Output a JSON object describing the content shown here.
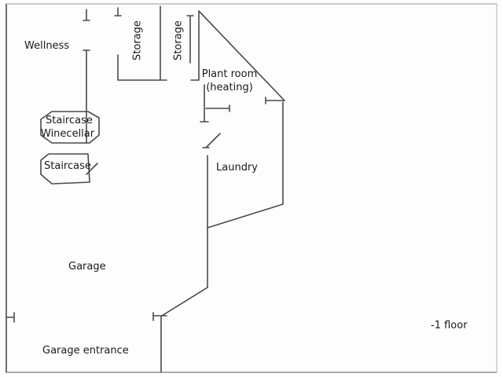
{
  "rooms": {
    "wellness": "Wellness",
    "storage_1": "Storage",
    "storage_2": "Storage",
    "plant_room_line1": "Plant room",
    "plant_room_line2": "(heating)",
    "staircase_winecellar_line1": "Staircase",
    "staircase_winecellar_line2": "Winecellar",
    "staircase": "Staircase",
    "laundry": "Laundry",
    "garage": "Garage",
    "garage_entrance": "Garage entrance"
  },
  "floor_label": "-1 floor",
  "colors": {
    "wall": "#4a4a4a",
    "text": "#1a1a1a"
  }
}
